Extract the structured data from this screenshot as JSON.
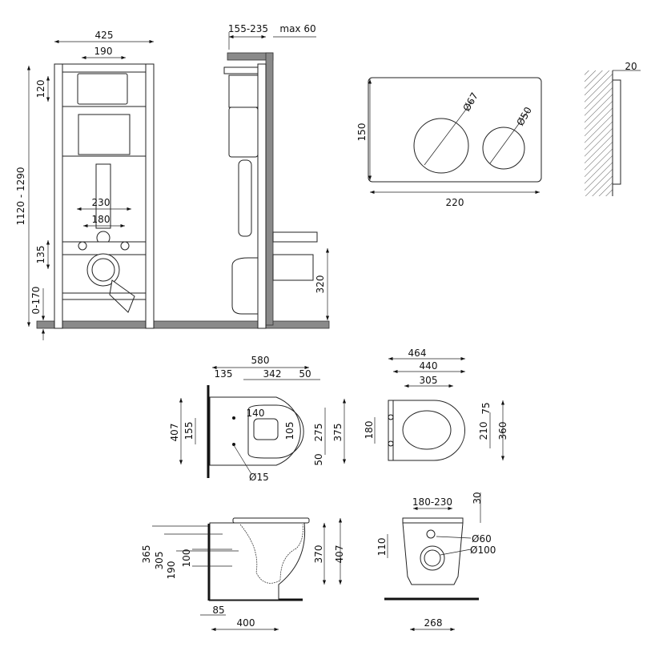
{
  "frame_front": {
    "width_total": "425",
    "width_plate": "190",
    "height_range": "1120 - 1290",
    "plate_height": "120",
    "pipe_outer": "230",
    "pipe_inner": "180",
    "drain_height": "135",
    "foot_adjust": "0-170"
  },
  "frame_side": {
    "depth_range": "155-235",
    "wall_max": "max 60",
    "drain_height": "320"
  },
  "flush_plate": {
    "height": "150",
    "width": "220",
    "button_large": "Ø67",
    "button_small": "Ø50",
    "thickness": "20"
  },
  "bowl_top": {
    "length": "580",
    "to_holes": "135",
    "bowl_inner": "342",
    "rim": "50",
    "width": "407",
    "hole_spacing": "155",
    "opening_w": "140",
    "opening_h": "105",
    "inner_w": "275",
    "outer_w": "375",
    "rim_bottom": "50",
    "hole_dia": "Ø15"
  },
  "seat_top": {
    "outer_w": "464",
    "mid_w": "440",
    "inner_w": "305",
    "front_gap": "75",
    "hinge_spacing": "180",
    "inner_h": "210",
    "total_h": "360"
  },
  "bowl_side": {
    "h1": "365",
    "h2": "305",
    "h3": "190",
    "h4": "100",
    "body_h": "370",
    "total_h": "407",
    "offset": "85",
    "depth": "400"
  },
  "bowl_front": {
    "bolt_range": "180-230",
    "seat_thk": "30",
    "inlet": "Ø60",
    "outlet": "Ø100",
    "inlet_h": "110",
    "base_w": "268"
  }
}
